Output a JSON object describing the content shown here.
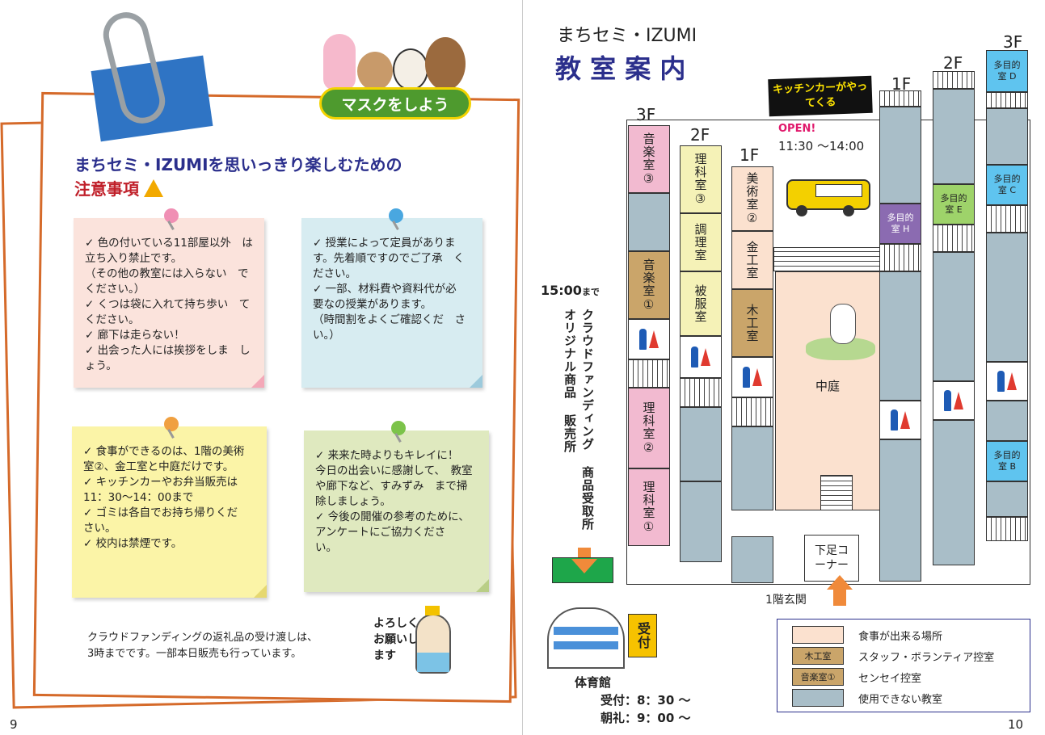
{
  "left": {
    "page_number": "9",
    "mask_banner": "マスクをしよう",
    "title_line1": "まちセミ・IZUMIを思いっきり楽しむための",
    "title_line2": "注意事項",
    "notes": [
      {
        "color": "#fbe3dc",
        "pin": "#f08fb4",
        "items": [
          "✓ 色の付いている11部屋以外　は立ち入り禁止です。",
          "（その他の教室には入らない　でください。）",
          "✓ くつは袋に入れて持ち歩い　てください。",
          "✓ 廊下は走らない！",
          "✓ 出会った人には挨拶をしま　しょう。"
        ]
      },
      {
        "color": "#d7ecf1",
        "pin": "#49a7e0",
        "items": [
          "✓ 授業によって定員がありま　す。先着順ですのでご了承　ください。",
          "✓ 一部、材料費や資料代が必　要なの授業があります。",
          "（時間割をよくご確認くだ　さい。）"
        ]
      },
      {
        "color": "#fbf4a7",
        "pin": "#f0a040",
        "items": [
          "✓ 食事ができるのは、1階の美術　室②、金工室と中庭だけです。",
          "✓ キッチンカーやお弁当販売は　11：30～14：00まで",
          "✓ ゴミは各自でお持ち帰りくだ　さい。",
          "✓ 校内は禁煙です。"
        ]
      },
      {
        "color": "#dfe9bf",
        "pin": "#7cc34a",
        "items": [
          "✓ 来来た時よりもキレイに！　今日の出会いに感謝して、　教室や廊下など、すみずみ　まで掃除しましょう。",
          "✓ 今後の開催の参考のために、　アンケートにご協力くださ　い。"
        ]
      }
    ],
    "footer_text_1": "クラウドファンディングの返礼品の受け渡しは、",
    "footer_text_2": "3時までです。一部本日販売も行っています。",
    "mascot_text": "よろしくお願いします"
  },
  "right": {
    "page_number": "10",
    "title_small": "まちセミ・IZUMI",
    "title_large": "教 室 案 内",
    "kitchen_car": "キッチンカーがやってくる",
    "open_label": "OPEN!",
    "open_time": "11:30 ～14:00",
    "crowd_time": "15:00",
    "crowd_time_suffix": "まで",
    "crowd_line1": "クラウドファンディング 商品受取所",
    "crowd_line2": "オリジナル商品 販売所",
    "floors": {
      "f3": "3F",
      "f2": "2F",
      "f1": "1F"
    },
    "rooms": {
      "music3": "音楽室③",
      "music1": "音楽室①",
      "science2": "理科室②",
      "science1": "理科室①",
      "science3": "理科室③",
      "cooking": "調理室",
      "sewing": "被服室",
      "art2": "美術室②",
      "metal": "金工室",
      "wood": "木工室",
      "courtyard": "中庭",
      "shoes": "下足コーナー",
      "entrance": "1階玄関",
      "multiD": "多目的室 D",
      "multiC": "多目的室 C",
      "multiE": "多目的室 E",
      "multiH": "多目的室 H",
      "multiB": "多目的室 B"
    },
    "gym": "体育館",
    "reception": "受付",
    "gym_time1": "受付：8：30 ～",
    "gym_time2": "朝礼：9：00 ～",
    "legend": [
      {
        "swatch": "",
        "color": "#fbe1cf",
        "label": "食事が出来る場所"
      },
      {
        "swatch": "木工室",
        "color": "#caa56a",
        "label": "スタッフ・ボランティア控室"
      },
      {
        "swatch": "音楽室①",
        "color": "#caa56a",
        "label": "センセイ控室"
      },
      {
        "swatch": "",
        "color": "#a9bec8",
        "label": "使用できない教室"
      }
    ]
  }
}
